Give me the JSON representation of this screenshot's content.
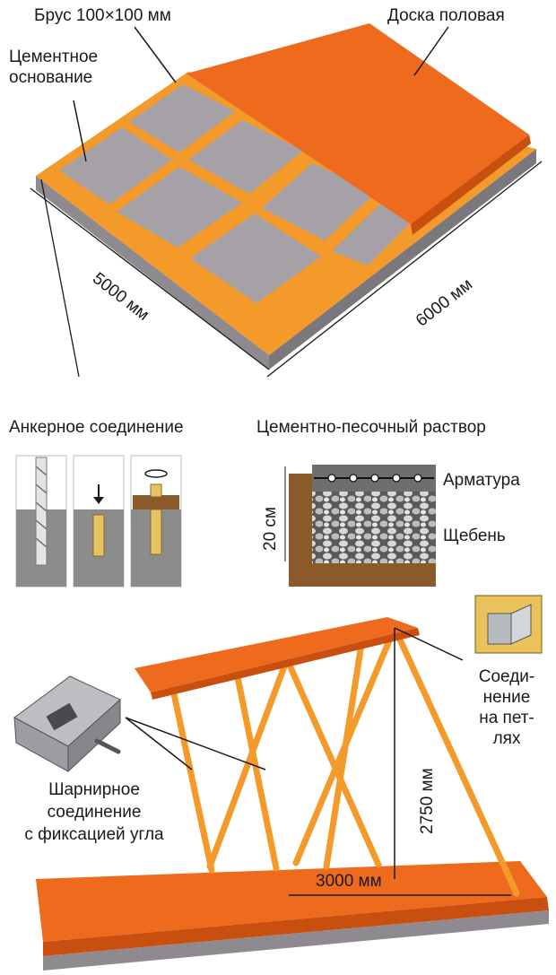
{
  "colors": {
    "board": "#ee6a1c",
    "board_dark": "#c94f10",
    "beam": "#f39a2a",
    "concrete": "#9f9aa0",
    "slab_side": "#7d7a80",
    "ink": "#1a1a1a",
    "wood_brown": "#8a5a2b",
    "gravel": "#c9c9c9"
  },
  "floor": {
    "beam_label": "Брус 100×100 мм",
    "concrete_label_line1": "Цементное",
    "concrete_label_line2": "основание",
    "board_label": "Доска половая",
    "width_dim": "5000 мм",
    "length_dim": "6000 мм"
  },
  "anchor": {
    "title": "Анкерное соединение"
  },
  "mortar": {
    "title": "Цементно-песочный раствор",
    "rebar_label": "Арматура",
    "gravel_label": "Щебень",
    "height_dim": "20 см"
  },
  "frame": {
    "loop_label_lines": [
      "Соеди-",
      "нение",
      "на пет-",
      "лях"
    ],
    "hinge_label_lines": [
      "Шарнирное",
      "соединение",
      "с фиксацией угла"
    ],
    "height_dim": "2750 мм",
    "base_dim": "3000 мм"
  }
}
